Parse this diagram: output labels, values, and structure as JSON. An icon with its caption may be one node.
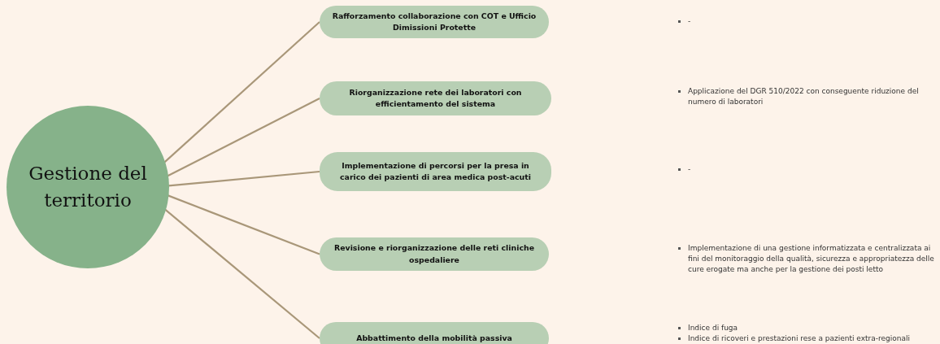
{
  "diagram": {
    "nodes": [
      {
        "text": [
          "Gestione del territorio"
        ]
      },
      {
        "text": [
          "Rafforzamento collaborazione con COT e Ufficio Dimissioni Protette"
        ]
      },
      {
        "text": [
          "Riorganizzazione rete dei laboratori con efficientamento del sistema"
        ]
      },
      {
        "text": [
          "Implementazione di percorsi per la presa in carico dei pazienti di area medica post-acuti"
        ]
      },
      {
        "text": [
          "Revisione e riorganizzazione delle reti cliniche ospedaliere"
        ]
      },
      {
        "text": [
          "Abbattimento della mobilità passiva"
        ]
      }
    ],
    "labels": [
      "-",
      "Applicazione del DGR 510/2022 con conseguente riduzione del numero di laboratori",
      "-",
      "Implementazione di una gestione informatizzata e centralizzata ai fini del monitoraggio della qualità, sicurezza e appropriatezza delle cure erogate ma anche per la gestione dei posti letto",
      "Indice di fuga",
      "Indice di ricoveri e prestazioni rese a pazienti extra-regionali"
    ],
    "edges": [
      {
        "from": 0,
        "to": 1,
        "arrow": "none"
      },
      {
        "from": 0,
        "to": 2,
        "arrow": "none"
      },
      {
        "from": 0,
        "to": 3,
        "arrow": "none"
      },
      {
        "from": 0,
        "to": 4,
        "arrow": "none"
      },
      {
        "from": 0,
        "to": 5,
        "arrow": "none"
      }
    ]
  }
}
